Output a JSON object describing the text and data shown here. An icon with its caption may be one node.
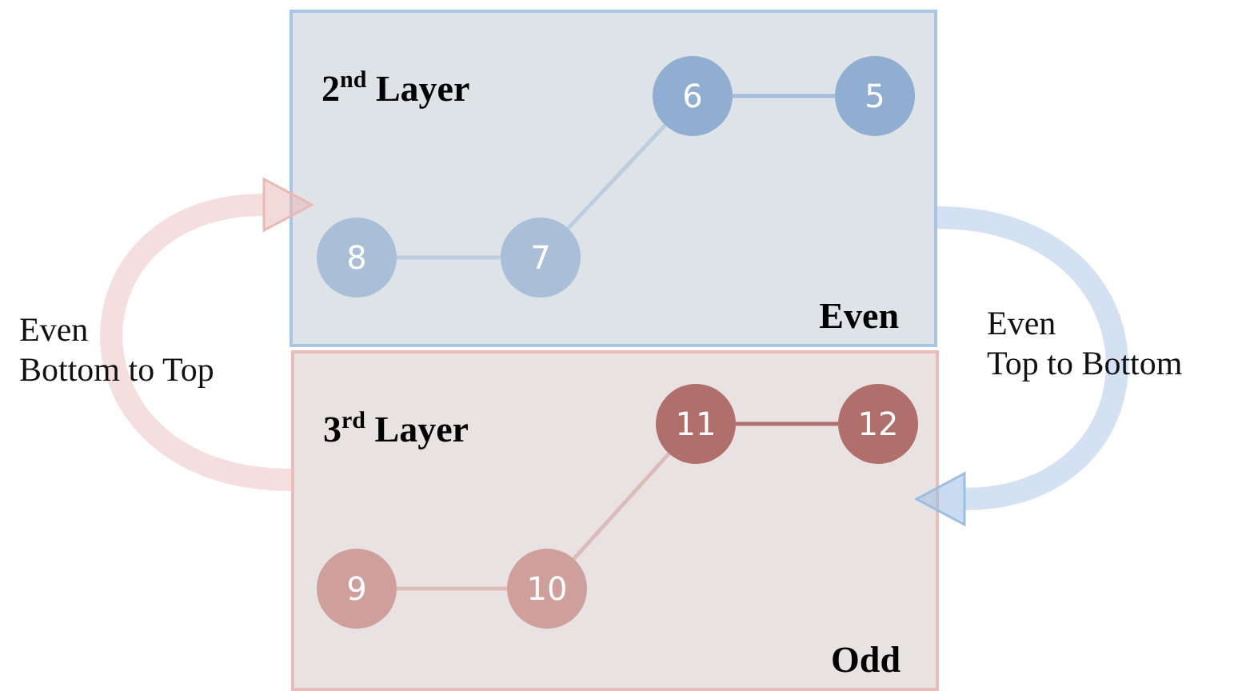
{
  "diagram": {
    "nodes": [
      {
        "text": [
          "2$^{nd}$ Layer",
          "Even"
        ]
      },
      {
        "text": [
          "6"
        ],
        "in": 0
      },
      {
        "text": [
          "5"
        ],
        "in": 0
      },
      {
        "text": [
          "8"
        ],
        "in": 0
      },
      {
        "text": [
          "7"
        ],
        "in": 0
      },
      {
        "text": [
          "3$^{rd}$ Layer",
          "Odd"
        ]
      },
      {
        "text": [
          "11"
        ],
        "in": 5
      },
      {
        "text": [
          "12"
        ],
        "in": 5
      },
      {
        "text": [
          "9"
        ],
        "in": 5
      },
      {
        "text": [
          "10"
        ],
        "in": 5
      }
    ],
    "edges": [
      {
        "from": 1,
        "to": 2,
        "arrow": "none",
        "color": "#a3bcd9"
      },
      {
        "from": 4,
        "to": 1,
        "arrow": "none",
        "color": "#bccde0"
      },
      {
        "from": 3,
        "to": 4,
        "arrow": "none",
        "color": "#bccde0"
      },
      {
        "from": 6,
        "to": 7,
        "arrow": "none",
        "color": "#b06f6b"
      },
      {
        "from": 9,
        "to": 6,
        "arrow": "none",
        "color": "#dcbcba"
      },
      {
        "from": 8,
        "to": 9,
        "arrow": "none",
        "color": "#dcbcba"
      },
      {
        "from": 5,
        "to": 0,
        "arrow": "to",
        "style": "thick",
        "color": "#e9b9b6",
        "label": "Even Bottom to Top"
      },
      {
        "from": 0,
        "to": 5,
        "arrow": "to",
        "style": "thick",
        "color": "#9dbde3",
        "label": "Even Top to Bottom"
      }
    ]
  }
}
